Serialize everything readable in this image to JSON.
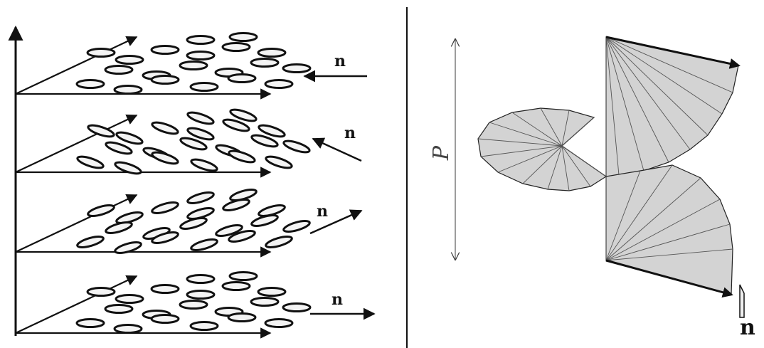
{
  "left_panel": {
    "layers": [
      {
        "director_label": "n",
        "director_direction": "left"
      },
      {
        "director_label": "n",
        "director_direction": "up-left"
      },
      {
        "director_label": "n",
        "director_direction": "up-right"
      },
      {
        "director_label": "n",
        "director_direction": "right"
      }
    ],
    "molecule_color": "#111111"
  },
  "right_panel": {
    "pitch_label": "P",
    "director_label": "n",
    "helix_fill": "#d3d3d3",
    "edge_color": "#222222"
  }
}
